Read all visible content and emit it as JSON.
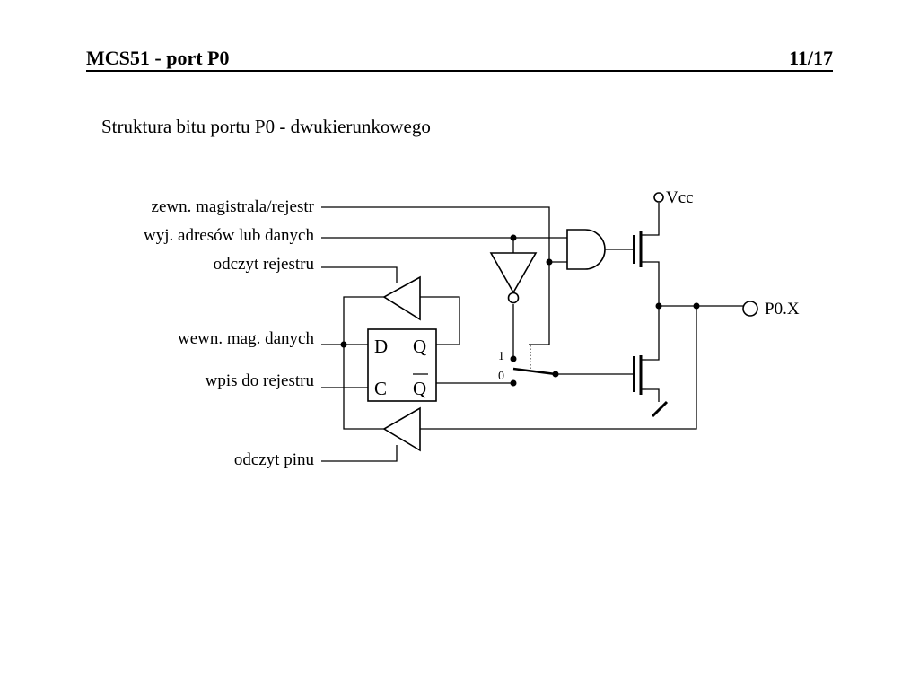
{
  "header": {
    "title": "MCS51 - port P0",
    "page": "11/17"
  },
  "subtitle": "Struktura bitu portu P0 - dwukierunkowego",
  "diagram": {
    "signals": {
      "ext_bus": "zewn. magistrala/rejestr",
      "addr_data_out": "wyj. adresów lub danych",
      "read_register": "odczyt rejestru",
      "int_data_bus": "wewn. mag. danych",
      "write_register": "wpis do rejestru",
      "read_pin": "odczyt pinu"
    },
    "flipflop": {
      "d": "D",
      "q": "Q",
      "c": "C",
      "qbar": "Q"
    },
    "mux": {
      "in1": "1",
      "in0": "0"
    },
    "supply": "Vcc",
    "pin": "P0.X"
  }
}
